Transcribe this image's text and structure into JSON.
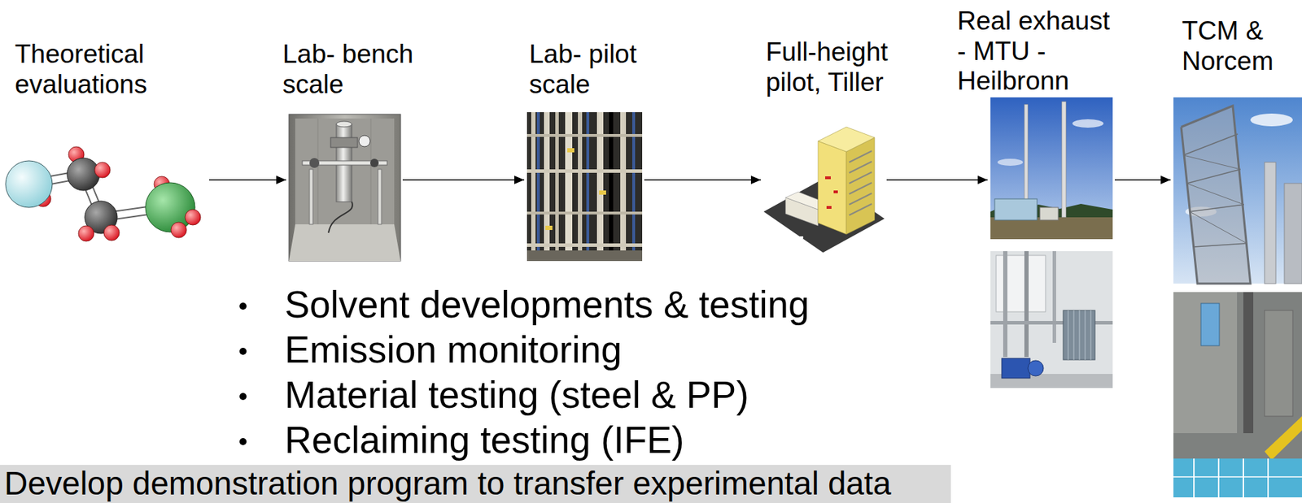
{
  "diagram": {
    "nodes": [
      {
        "text": [
          "Theoretical evaluations"
        ]
      },
      {
        "text": [
          "Lab- bench scale"
        ]
      },
      {
        "text": [
          "Lab- pilot scale"
        ]
      },
      {
        "text": [
          "Full-height pilot, Tiller"
        ]
      },
      {
        "text": [
          "Real exhaust - MTU - Heilbronn"
        ]
      },
      {
        "text": [
          "TCM & Norcem"
        ]
      },
      {
        "text": [
          "Develop demonstration program to transfer experimental data"
        ]
      }
    ],
    "edges": [
      {
        "from": 0,
        "to": 1,
        "arrow": "to"
      },
      {
        "from": 1,
        "to": 2,
        "arrow": "to"
      },
      {
        "from": 2,
        "to": 3,
        "arrow": "to"
      },
      {
        "from": 3,
        "to": 4,
        "arrow": "to"
      },
      {
        "from": 4,
        "to": 5,
        "arrow": "to"
      }
    ],
    "labels": [
      "Solvent developments & testing",
      "Emission monitoring",
      "Material testing (steel & PP)",
      "Reclaiming testing (IFE)"
    ]
  }
}
